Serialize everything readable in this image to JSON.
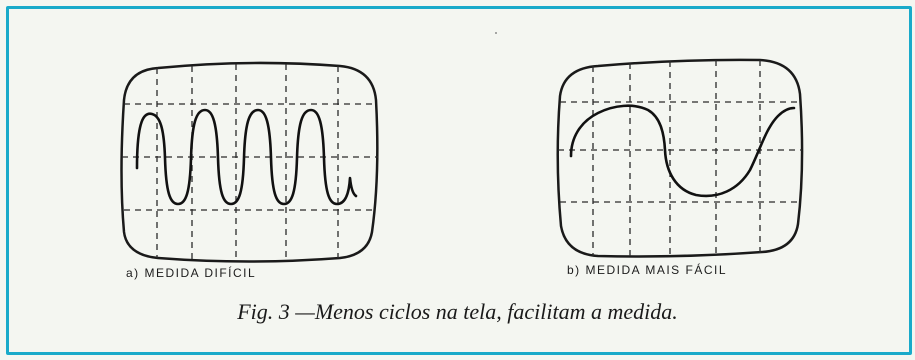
{
  "figure": {
    "caption": "Fig. 3 —Menos ciclos na tela, facilitam a medida.",
    "border_color": "#19aaca",
    "panels": [
      {
        "label": "a) MEDIDA DIFÍCIL",
        "waveform": "sine",
        "cycles_visible": 4
      },
      {
        "label": "b) MEDIDA MAIS FÁCIL",
        "waveform": "sine",
        "cycles_visible": 1
      }
    ]
  }
}
